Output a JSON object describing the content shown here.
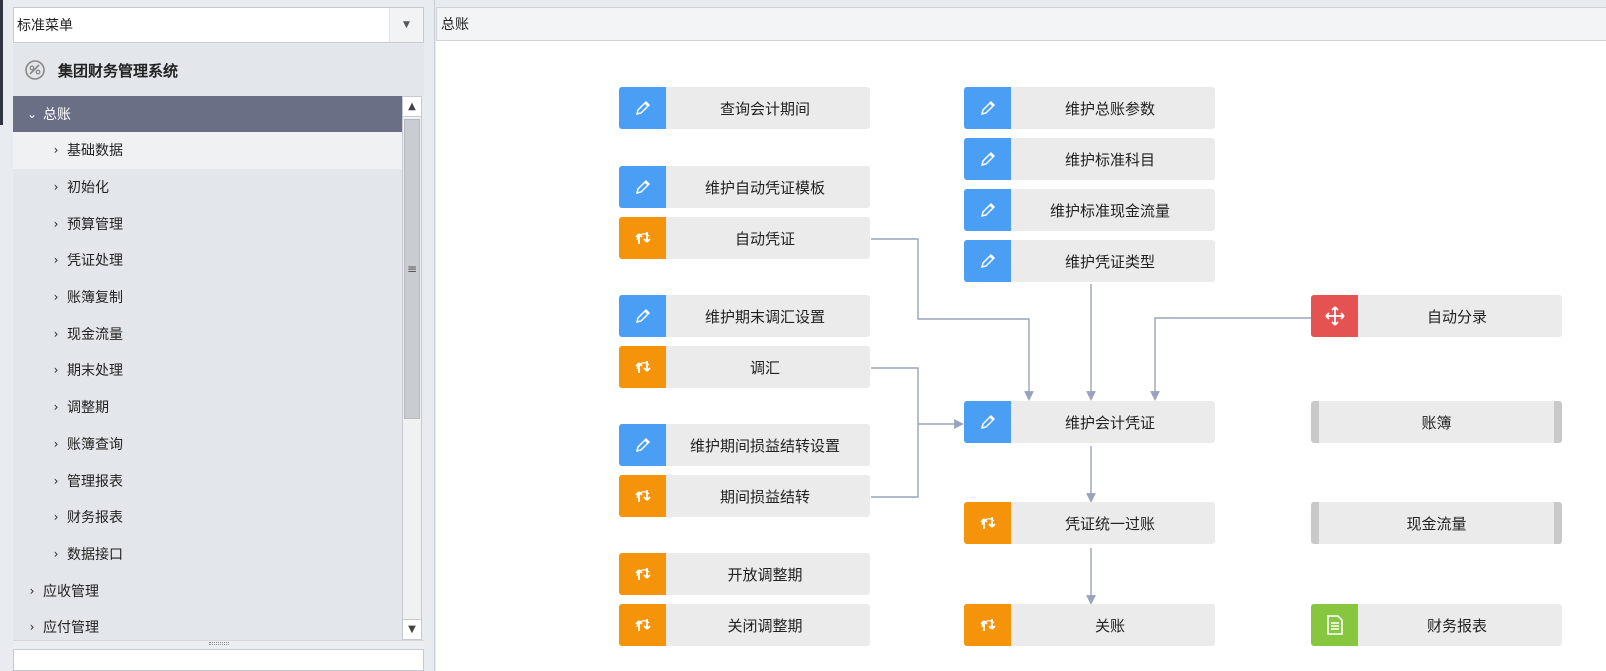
{
  "left": {
    "menu_select": "标准菜单",
    "system_title": "集团财务管理系统",
    "tree": [
      {
        "label": "总账",
        "level": 1,
        "open": true
      },
      {
        "label": "基础数据",
        "level": 2
      },
      {
        "label": "初始化",
        "level": 2
      },
      {
        "label": "预算管理",
        "level": 2
      },
      {
        "label": "凭证处理",
        "level": 2
      },
      {
        "label": "账簿复制",
        "level": 2
      },
      {
        "label": "现金流量",
        "level": 2
      },
      {
        "label": "期末处理",
        "level": 2
      },
      {
        "label": "调整期",
        "level": 2
      },
      {
        "label": "账簿查询",
        "level": 2
      },
      {
        "label": "管理报表",
        "level": 2
      },
      {
        "label": "财务报表",
        "level": 2
      },
      {
        "label": "数据接口",
        "level": 2
      },
      {
        "label": "应收管理",
        "level": 1
      },
      {
        "label": "应付管理",
        "level": 1
      }
    ]
  },
  "tab": {
    "title": "总账"
  },
  "nodes": {
    "query_period": {
      "label": "查询会计期间",
      "icon": "pencil-icon"
    },
    "maint_auto_template": {
      "label": "维护自动凭证模板",
      "icon": "pencil-icon"
    },
    "auto_voucher": {
      "label": "自动凭证",
      "icon": "process-icon"
    },
    "maint_period_end_adj": {
      "label": "维护期末调汇设置",
      "icon": "pencil-icon"
    },
    "adjust_exchange": {
      "label": "调汇",
      "icon": "process-icon"
    },
    "maint_pl_transfer": {
      "label": "维护期间损益结转设置",
      "icon": "pencil-icon"
    },
    "pl_transfer": {
      "label": "期间损益结转",
      "icon": "process-icon"
    },
    "open_adj_period": {
      "label": "开放调整期",
      "icon": "process-icon"
    },
    "close_adj_period": {
      "label": "关闭调整期",
      "icon": "process-icon"
    },
    "maint_gl_params": {
      "label": "维护总账参数",
      "icon": "pencil-icon"
    },
    "maint_std_accounts": {
      "label": "维护标准科目",
      "icon": "pencil-icon"
    },
    "maint_std_cashflow": {
      "label": "维护标准现金流量",
      "icon": "pencil-icon"
    },
    "maint_voucher_type": {
      "label": "维护凭证类型",
      "icon": "pencil-icon"
    },
    "maint_voucher": {
      "label": "维护会计凭证",
      "icon": "pencil-icon"
    },
    "post_voucher": {
      "label": "凭证统一过账",
      "icon": "process-icon"
    },
    "close_account": {
      "label": "关账",
      "icon": "process-icon"
    },
    "auto_allocation": {
      "label": "自动分录",
      "icon": "move-icon"
    },
    "ledger": {
      "label": "账簿"
    },
    "cash_flow": {
      "label": "现金流量"
    },
    "fin_report": {
      "label": "财务报表",
      "icon": "document-icon"
    }
  },
  "colors": {
    "pencil": "#4a9ff5",
    "process": "#f5940b",
    "move": "#e55252",
    "document": "#86c73f",
    "connector": "#9aa3bd",
    "tree_open": "#6b6f86"
  }
}
